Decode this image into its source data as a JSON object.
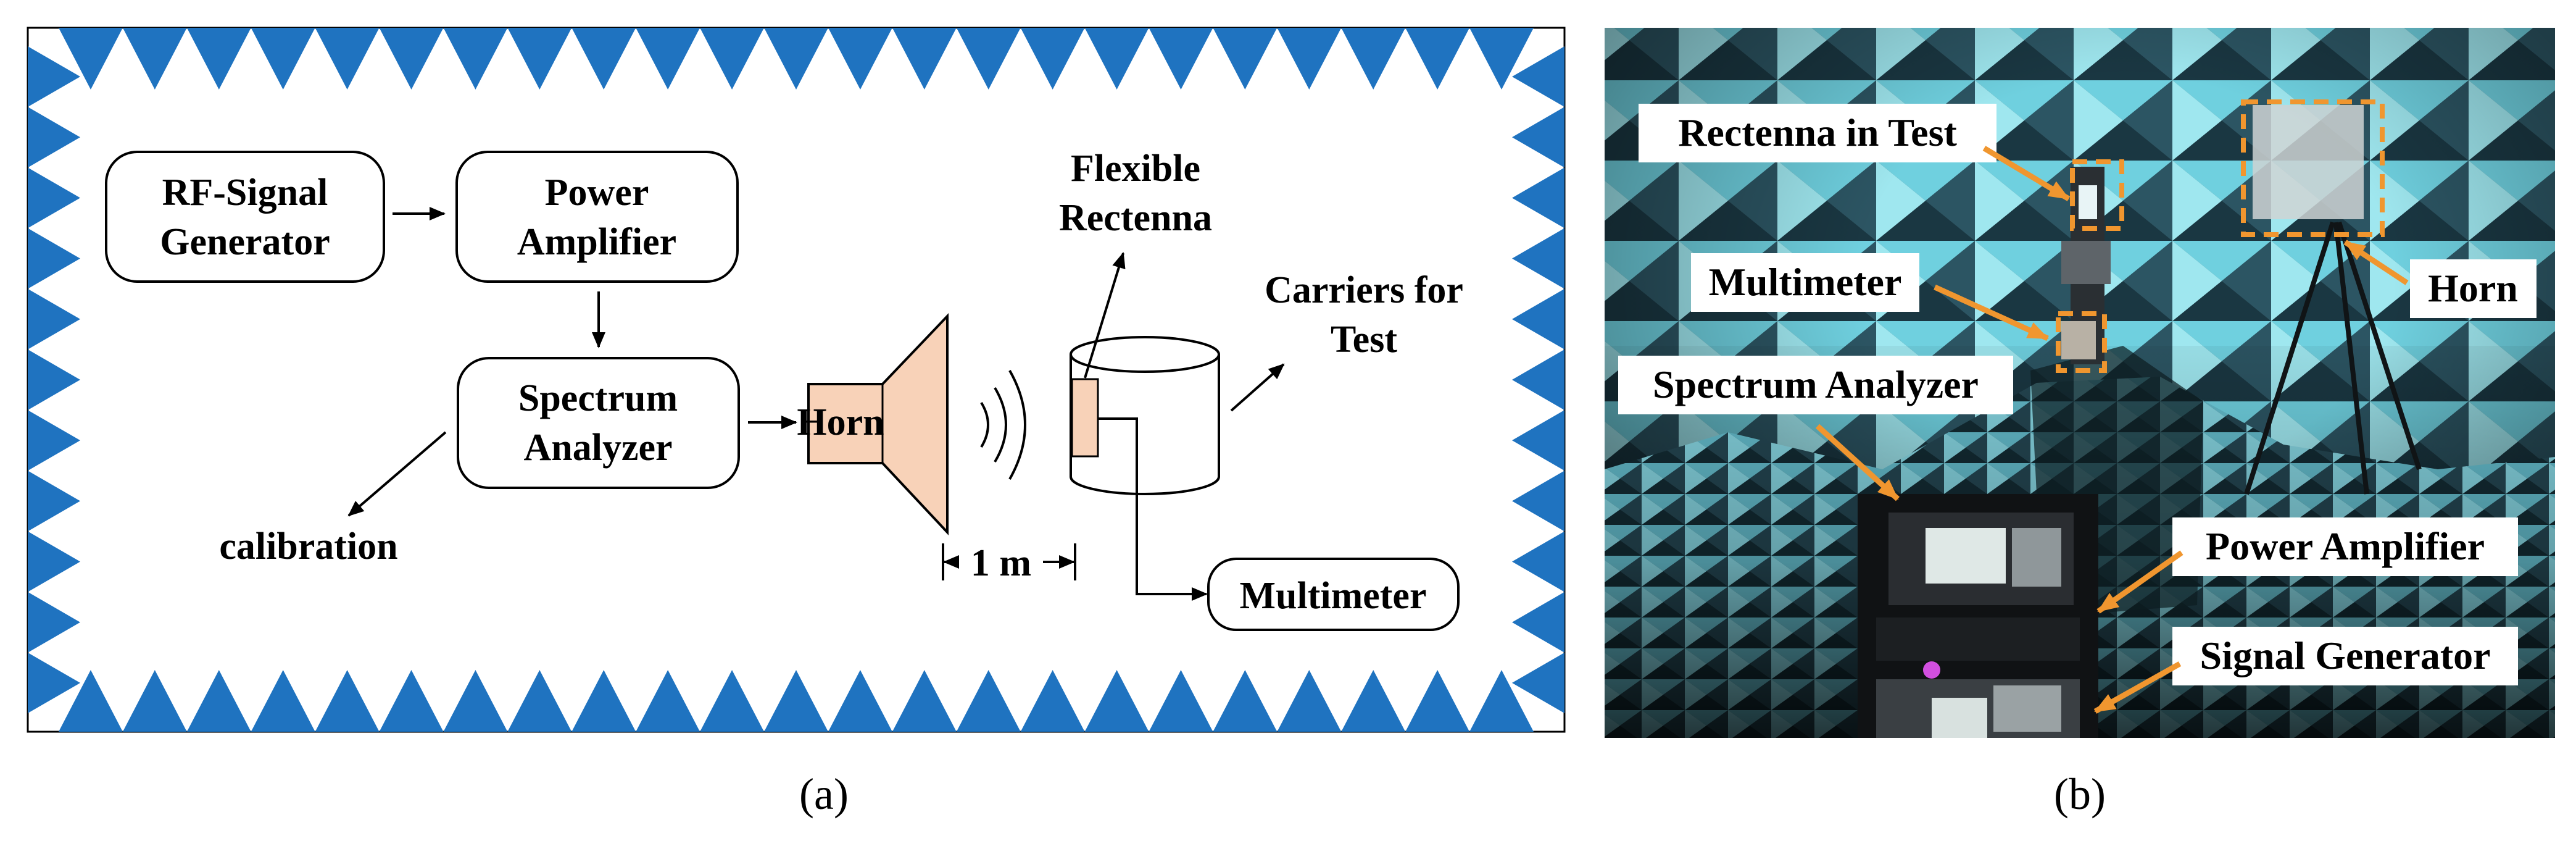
{
  "panel_a": {
    "caption": "(a)",
    "blocks": {
      "rf_signal_generator": [
        "RF-Signal",
        "Generator"
      ],
      "power_amplifier": [
        "Power",
        "Amplifier"
      ],
      "spectrum_analyzer": [
        "Spectrum",
        "Analyzer"
      ],
      "horn": "Horn",
      "multimeter": "Multimeter"
    },
    "labels": {
      "flexible_rectenna": [
        "Flexible",
        "Rectenna"
      ],
      "carriers_for_test": [
        "Carriers for",
        "Test"
      ],
      "calibration": "calibration",
      "distance": "1 m"
    },
    "colors": {
      "absorber_blue": "#1f73c0",
      "horn_fill": "#f8d2b8"
    }
  },
  "panel_b": {
    "caption": "(b)",
    "labels": {
      "rectenna_in_test": "Rectenna in Test",
      "multimeter": "Multimeter",
      "spectrum_analyzer": "Spectrum Analyzer",
      "horn": "Horn",
      "power_amplifier": "Power Amplifier",
      "signal_generator": "Signal Generator"
    },
    "colors": {
      "arrow_orange": "#f0962f"
    }
  }
}
